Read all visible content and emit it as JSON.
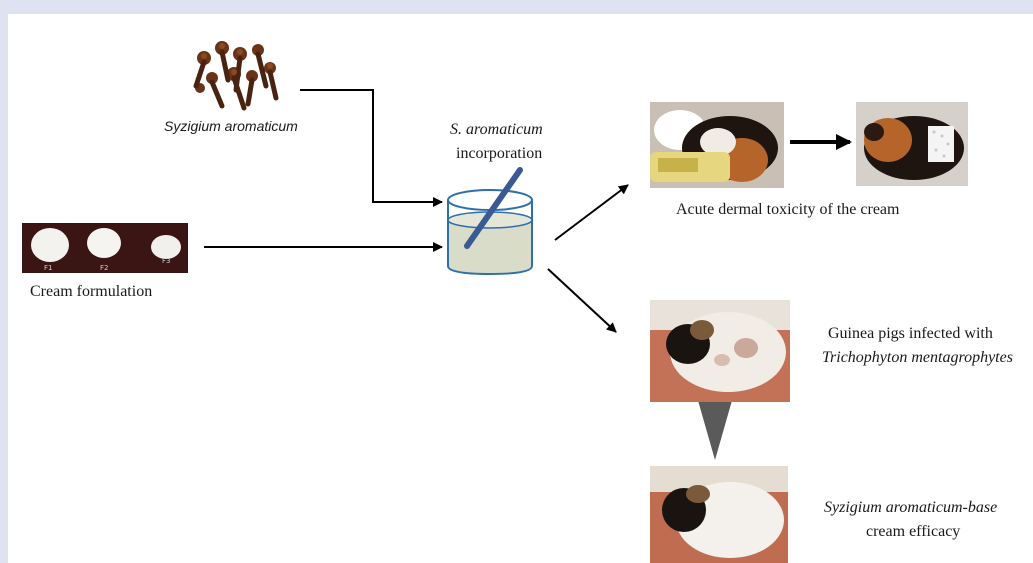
{
  "labels": {
    "clove": "Syzigium aromaticum",
    "incorp_line1": "S. aromaticum",
    "incorp_line2": "incorporation",
    "cream": "Cream formulation",
    "toxicity": "Acute dermal toxicity of the cream",
    "infected_line1": "Guinea pigs infected with",
    "infected_line2": "Trichophyton mentagrophytes",
    "efficacy_line1": "Syzigium aromaticum-base",
    "efficacy_line2": "cream efficacy"
  },
  "cream_samples": [
    "F1",
    "F2",
    "F3"
  ],
  "colors": {
    "arrow": "#000000",
    "beaker_stroke": "#2f6fa8",
    "beaker_fill": "#d8dcc8",
    "rod": "#3a5a93",
    "triangle": "#5a5a5a",
    "frame": "#dfe3f1"
  },
  "icons": [
    "clove-photo",
    "cream-photo",
    "beaker-icon",
    "guinea-pig-photo"
  ]
}
